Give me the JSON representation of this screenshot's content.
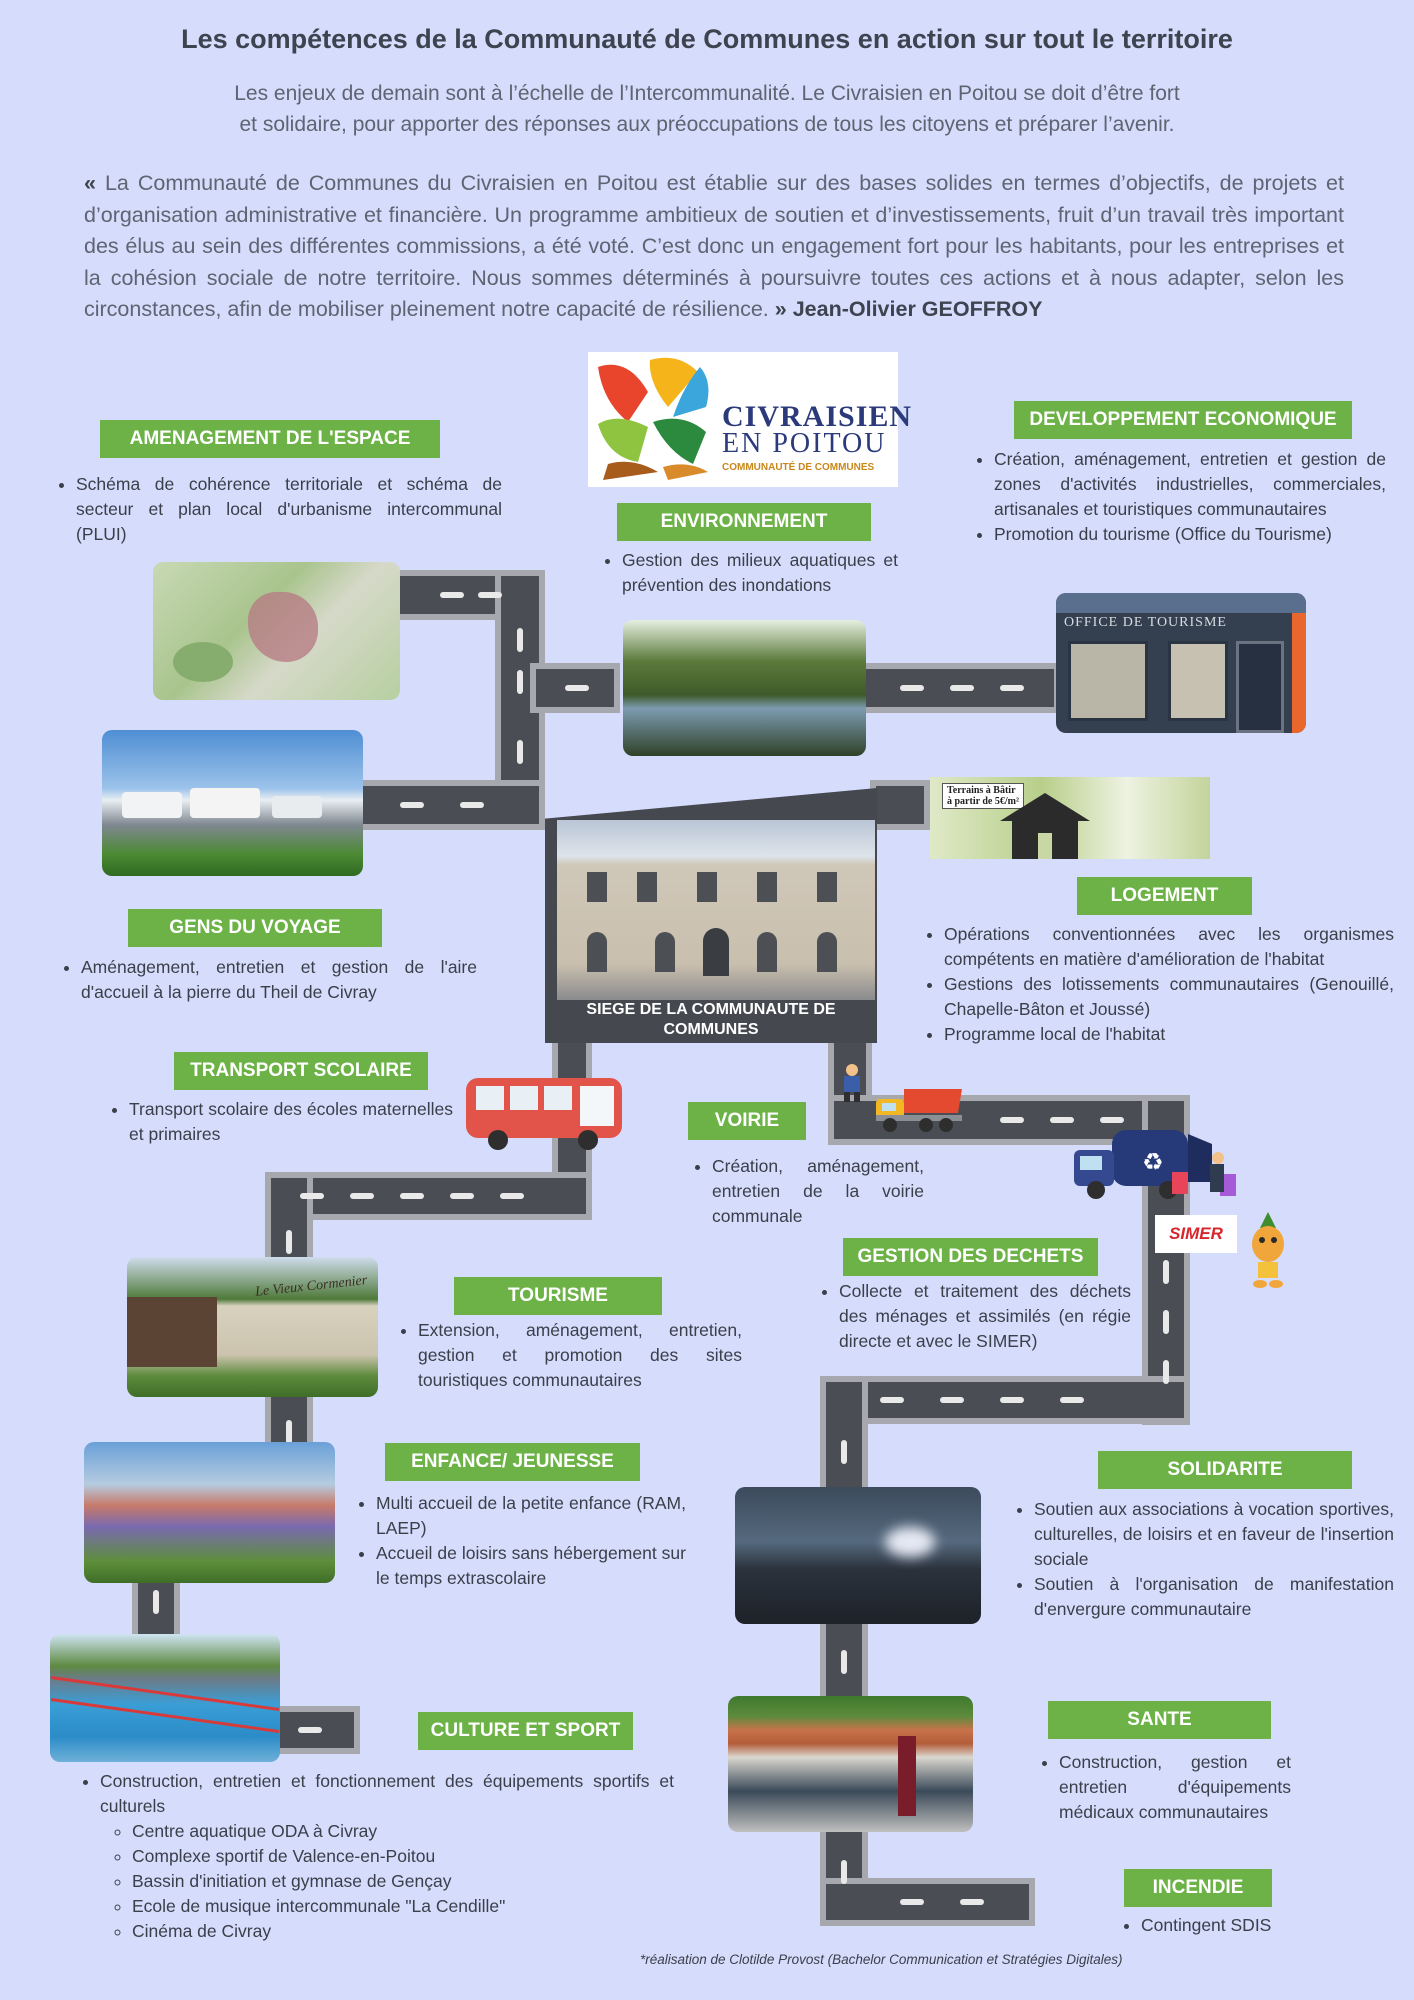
{
  "header": {
    "title": "Les compétences de la Communauté de Communes en action sur tout le territoire",
    "intro_line1": "Les enjeux de demain sont à l’échelle de l’Intercommunalité. Le Civraisien en Poitou se doit d’être fort",
    "intro_line2": "et solidaire, pour apporter des réponses aux préoccupations de tous les citoyens et préparer l’avenir.",
    "quote_open": "«",
    "quote_text": " La Communauté de Communes du Civraisien en Poitou est établie sur des bases solides en termes d’objectifs, de projets et d’organisation administrative et financière. Un programme ambitieux de soutien et d’investissements, fruit d’un travail très important des élus au sein des différentes commissions, a été voté. C’est donc un engagement fort pour les habitants, pour les entreprises et la cohésion sociale de notre territoire. Nous sommes déterminés à poursuivre toutes ces actions et à nous adapter, selon les circonstances, afin de mobiliser pleinement notre capacité de résilience. ",
    "quote_close": "»",
    "quote_author": "Jean-Olivier GEOFFROY"
  },
  "logo": {
    "line1": "CIVRAISIEN",
    "line2": "EN POITOU",
    "line3": "COMMUNAUTÉ DE COMMUNES"
  },
  "sections": {
    "amenagement": {
      "title": "AMENAGEMENT DE L'ESPACE",
      "items": [
        "Schéma de cohérence territoriale et schéma de secteur et plan local d'urbanisme intercommunal (PLUI)"
      ]
    },
    "environnement": {
      "title": "ENVIRONNEMENT",
      "items": [
        "Gestion des milieux aquatiques et prévention des inondations"
      ]
    },
    "developpement": {
      "title": "DEVELOPPEMENT ECONOMIQUE",
      "items": [
        "Création, aménagement, entretien et gestion de zones d'activités industrielles, commerciales, artisanales et touristiques communautaires",
        "Promotion du tourisme (Office du Tourisme)"
      ]
    },
    "gens_voyage": {
      "title": "GENS DU VOYAGE",
      "items": [
        "Aménagement, entretien et gestion de l'aire d'accueil à la pierre du Theil de Civray"
      ]
    },
    "logement": {
      "title": "LOGEMENT",
      "items": [
        "Opérations conventionnées avec les organismes compétents en matière d'amélioration de l'habitat",
        "Gestions des lotissements communautaires (Genouillé, Chapelle-Bâton et Joussé)",
        "Programme local de l'habitat"
      ]
    },
    "transport": {
      "title": "TRANSPORT SCOLAIRE",
      "items": [
        "Transport scolaire des écoles maternelles et primaires"
      ]
    },
    "voirie": {
      "title": "VOIRIE",
      "items": [
        "Création, aménagement, entretien de la voirie communale"
      ]
    },
    "dechets": {
      "title": "GESTION DES DECHETS",
      "items": [
        "Collecte et traitement des déchets des ménages et assimilés (en régie directe et avec le SIMER)"
      ]
    },
    "tourisme": {
      "title": "TOURISME",
      "items": [
        "Extension, aménagement, entretien, gestion  et promotion des sites touristiques communautaires"
      ]
    },
    "enfance": {
      "title": "ENFANCE/ JEUNESSE",
      "items": [
        "Multi accueil de la petite enfance (RAM, LAEP)",
        "Accueil de loisirs sans hébergement sur le temps extrascolaire"
      ]
    },
    "solidarite": {
      "title": "SOLIDARITE",
      "items": [
        "Soutien aux associations à vocation sportives, culturelles, de loisirs et en faveur de l'insertion sociale",
        "Soutien à l'organisation de manifestation d'envergure communautaire"
      ]
    },
    "culture": {
      "title": "CULTURE ET SPORT",
      "item": "Construction, entretien et fonctionnement des équipements sportifs et culturels",
      "subitems": [
        "Centre aquatique ODA à Civray",
        "Complexe sportif de Valence-en-Poitou",
        "Bassin d'initiation et gymnase de Gençay",
        "Ecole de musique intercommunale \"La Cendille\"",
        "Cinéma de Civray"
      ]
    },
    "sante": {
      "title": "SANTE",
      "items": [
        "Construction, gestion et entretien d'équipements médicaux communautaires"
      ]
    },
    "incendie": {
      "title": "INCENDIE",
      "items": [
        "Contingent SDIS"
      ]
    }
  },
  "siege": {
    "label": "SIEGE DE LA COMMUNAUTE DE COMMUNES"
  },
  "photos": {
    "office_sign": "OFFICE DE TOURISME",
    "terrain_line1": "Terrains à Bâtir",
    "terrain_line2": "à partir de 5€/m²",
    "vieux_cormenier": "Le Vieux Cormenier",
    "simer": "SIMER"
  },
  "footer": {
    "credit": "*réalisation de Clotilde Provost (Bachelor Communication et Stratégies Digitales)"
  },
  "colors": {
    "background": "#d6dcfb",
    "badge": "#6cb246",
    "road": "#4a4d54",
    "road_border": "#a6a8ad"
  }
}
